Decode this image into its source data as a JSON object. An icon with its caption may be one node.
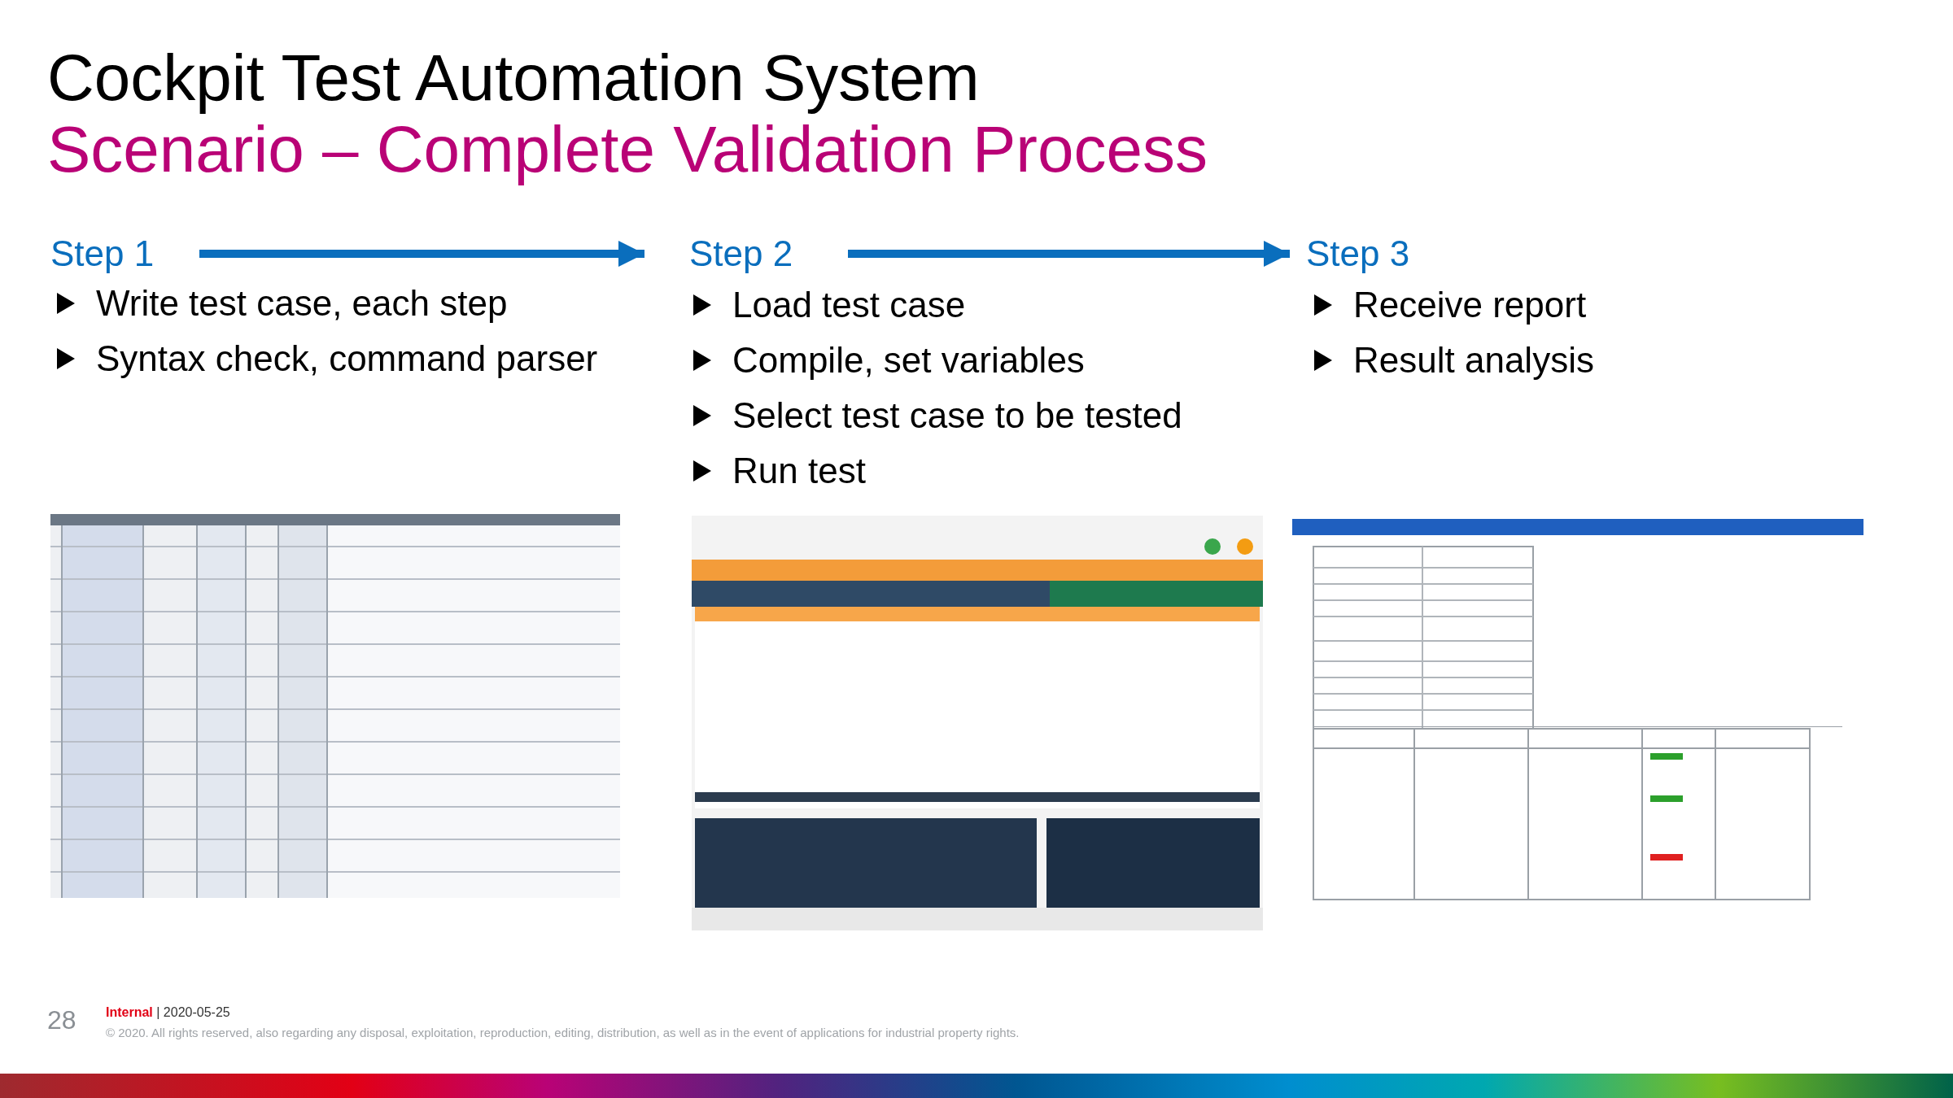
{
  "diagram": {
    "title": "Cockpit Test Automation System",
    "nodes": [
      {
        "text": [
          "Step 1"
        ],
        "beside": [
          "Write test case, each step",
          "Syntax check, command parser"
        ]
      },
      {
        "text": [
          "Step 2"
        ],
        "beside": [
          "Load test case",
          "Compile, set variables",
          "Select test case to be tested",
          "Run test"
        ]
      },
      {
        "text": [
          "Step 3"
        ],
        "beside": [
          "Receive report",
          "Result analysis"
        ]
      }
    ],
    "edges": [
      {
        "from": 0,
        "to": 1,
        "arrow": "to"
      },
      {
        "from": 1,
        "to": 2,
        "arrow": "to"
      }
    ],
    "labels": [
      "Scenario – Complete Validation Process",
      "28",
      "**Internal** | 2020-05-25",
      "© 2020. All rights reserved, also regarding any disposal, exploitation, reproduction, editing, distribution, as well as in the event of applications for industrial property rights."
    ]
  }
}
